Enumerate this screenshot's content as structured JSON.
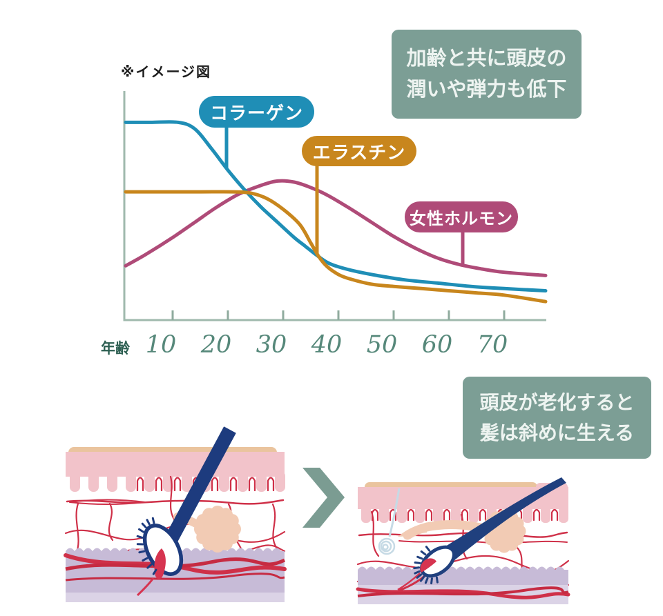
{
  "note": {
    "text": "※イメージ図"
  },
  "callouts": {
    "top": {
      "lines": [
        "加齢と共に頭皮の",
        "潤いや弾力も低下"
      ],
      "bg": "#7c9e95",
      "text_color": "#eef4f1"
    },
    "bottom": {
      "lines": [
        "頭皮が老化すると",
        "髪は斜めに生える"
      ],
      "bg": "#7c9e95",
      "text_color": "#eef4f1"
    }
  },
  "chart_data": {
    "type": "line",
    "title": "",
    "xlabel": "年齢",
    "ylabel": "",
    "x_ticks": [
      10,
      20,
      30,
      40,
      50,
      60,
      70
    ],
    "xlim": [
      1,
      78
    ],
    "ylim": [
      0,
      100
    ],
    "grid": false,
    "legend_position": "inline-callout-pills",
    "axis_color": "#9fb9ad",
    "tick_label_color": "#56887a",
    "series": [
      {
        "name": "コラーゲン",
        "color": "#1f8eb6",
        "points": [
          [
            1.5,
            91
          ],
          [
            6,
            91
          ],
          [
            11,
            91
          ],
          [
            14,
            88
          ],
          [
            17,
            79
          ],
          [
            20,
            69
          ],
          [
            23,
            60
          ],
          [
            26,
            52
          ],
          [
            29,
            45
          ],
          [
            32,
            38
          ],
          [
            34,
            34
          ],
          [
            36,
            30
          ],
          [
            38,
            26.5
          ],
          [
            40,
            24.5
          ],
          [
            43,
            22.5
          ],
          [
            47,
            20.5
          ],
          [
            52,
            18.5
          ],
          [
            58,
            17
          ],
          [
            64,
            15.5
          ],
          [
            70,
            14.5
          ],
          [
            77.5,
            13.5
          ]
        ]
      },
      {
        "name": "エラスチン",
        "color": "#c8861d",
        "points": [
          [
            1.5,
            59
          ],
          [
            8,
            59
          ],
          [
            15,
            59
          ],
          [
            21,
            59
          ],
          [
            24,
            58.5
          ],
          [
            27,
            56
          ],
          [
            30,
            51
          ],
          [
            33,
            44
          ],
          [
            35,
            35.5
          ],
          [
            36.5,
            29
          ],
          [
            38,
            24.5
          ],
          [
            40,
            21
          ],
          [
            42,
            19
          ],
          [
            46,
            16.5
          ],
          [
            50,
            15.5
          ],
          [
            55,
            14.5
          ],
          [
            60,
            13.5
          ],
          [
            65,
            12.5
          ],
          [
            70,
            11.5
          ],
          [
            77.5,
            8.5
          ]
        ]
      },
      {
        "name": "女性ホルモン",
        "color": "#af4b78",
        "points": [
          [
            1.5,
            25
          ],
          [
            5,
            30
          ],
          [
            10,
            38
          ],
          [
            14,
            45
          ],
          [
            18,
            52
          ],
          [
            22,
            58
          ],
          [
            26,
            62
          ],
          [
            29,
            64
          ],
          [
            32,
            63.5
          ],
          [
            35,
            61
          ],
          [
            38,
            57.5
          ],
          [
            42,
            51.5
          ],
          [
            46,
            45
          ],
          [
            50,
            38.5
          ],
          [
            54,
            33
          ],
          [
            58,
            28.5
          ],
          [
            62,
            25.5
          ],
          [
            66,
            23.5
          ],
          [
            70,
            22
          ],
          [
            77.5,
            20.5
          ]
        ]
      }
    ]
  },
  "transition_arrow": {
    "icon": "chevron-right-icon",
    "color": "#7b9c92"
  },
  "illustrations": {
    "before": {
      "label": "scalp-with-straight-hair"
    },
    "after": {
      "label": "scalp-with-slanted-hair"
    }
  }
}
